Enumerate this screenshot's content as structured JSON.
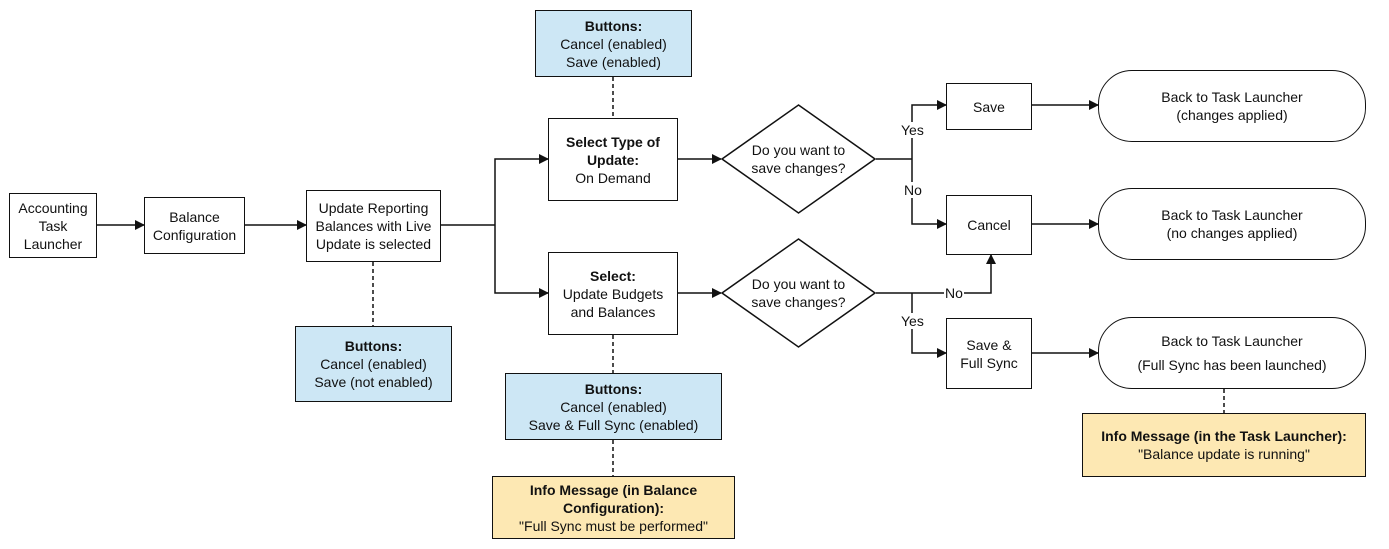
{
  "nodes": {
    "accounting_task_launcher": [
      "Accounting",
      "Task",
      "Launcher"
    ],
    "balance_configuration": [
      "Balance",
      "Configuration"
    ],
    "update_reporting": [
      "Update Reporting",
      "Balances with Live",
      "Update is selected"
    ],
    "buttons_update_reporting": {
      "title": "Buttons:",
      "lines": [
        "Cancel (enabled)",
        "Save (not enabled)"
      ]
    },
    "select_type": {
      "title_lines": [
        "Select Type of",
        "Update:"
      ],
      "lines": [
        "On Demand"
      ]
    },
    "buttons_select_type": {
      "title": "Buttons:",
      "lines": [
        "Cancel (enabled)",
        "Save (enabled)"
      ]
    },
    "select_budgets": {
      "title_lines": [
        "Select:"
      ],
      "lines": [
        "Update Budgets",
        "and Balances"
      ]
    },
    "buttons_select_budgets": {
      "title": "Buttons:",
      "lines": [
        "Cancel (enabled)",
        "Save & Full Sync (enabled)"
      ]
    },
    "info_balance_config": {
      "title_lines": [
        "Info Message (in Balance",
        "Configuration):"
      ],
      "lines": [
        "\"Full Sync must be performed\""
      ]
    },
    "decision_top": [
      "Do you want to",
      "save changes?"
    ],
    "decision_bottom": [
      "Do you want to",
      "save changes?"
    ],
    "save": [
      "Save"
    ],
    "cancel": [
      "Cancel"
    ],
    "save_full_sync": [
      "Save &",
      "Full Sync"
    ],
    "back_changes_applied": [
      "Back to Task Launcher",
      "(changes applied)"
    ],
    "back_no_changes": [
      "Back to Task Launcher",
      "(no changes applied)"
    ],
    "back_full_sync": [
      "Back to Task Launcher",
      "(Full Sync has been launched)"
    ],
    "info_task_launcher": {
      "title_lines": [
        "Info Message (in the Task Launcher):"
      ],
      "lines": [
        "\"Balance update is running\""
      ]
    }
  },
  "edge_labels": {
    "yes_top": "Yes",
    "no_top": "No",
    "no_bottom": "No",
    "yes_bottom": "Yes"
  },
  "colors": {
    "note_blue": "#cde7f5",
    "note_yellow": "#fde8b3",
    "line": "#111111"
  }
}
